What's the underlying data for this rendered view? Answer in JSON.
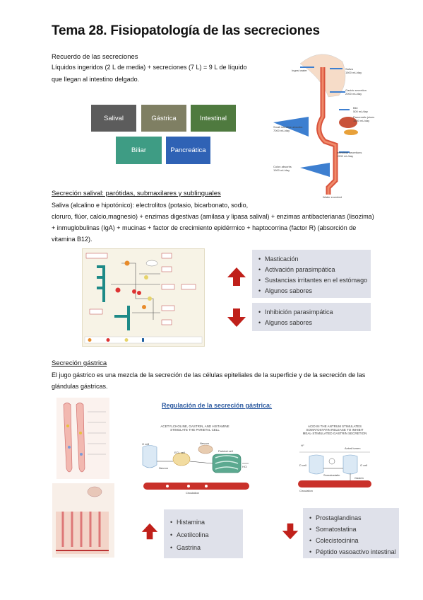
{
  "title": "Tema 28. Fisiopatología de las secreciones",
  "recuerdo": {
    "heading": "Recuerdo de las secreciones",
    "line1": "Líquidos ingeridos (2 L de media) + secreciones (7 L) = 9 L de líquido",
    "line2": "que llegan al intestino delgado."
  },
  "boxes": {
    "salival": "Salival",
    "gastrica": "Gástrica",
    "intestinal": "Intestinal",
    "biliar": "Biliar",
    "pancreatica": "Pancreática",
    "colors": {
      "salival": "#5c5c5c",
      "gastrica": "#7f7f63",
      "intestinal": "#4f7a3f",
      "biliar": "#3e9c84",
      "pancreatica": "#2f62b5"
    }
  },
  "gi_figure": {
    "ingest": "Ingest water",
    "saliva": "Saliva\n1500 mL/day",
    "gastric": "Gastric secretion\n2000 mL/day",
    "bile": "Bile\n500 mL/day",
    "pancreatic": "Pancreatic juices\n1500 mL/day",
    "intestinal": "Intestinal secretions\n1500 mL/day",
    "small_abs": "Small intestine absorbs\n7000 mL/day",
    "colon_abs": "Colon absorbs\n1900 mL/day",
    "excreted": "Water excreted"
  },
  "salival": {
    "heading": "Secreción salival: parótidas, submaxilares y sublinguales",
    "lines": [
      "Saliva (alcalino e hipotónico): electrolitos (potasio, bicarbonato, sodio,",
      "cloruro, flúor, calcio,magnesio) + enzimas digestivas (amilasa y lipasa salival) + enzimas antibacterianas (lisozima)",
      "+ inmuglobulinas (IgA) + mucinas + factor de crecimiento epidérmico + haptocorrina (factor R) (absorción de",
      "vitamina B12)."
    ],
    "up_items": [
      "Masticación",
      "Activación parasimpática",
      "Sustancias irritantes en el estómago",
      "Algunos sabores"
    ],
    "down_items": [
      "Inhibición parasimpática",
      "Algunos sabores"
    ]
  },
  "gastrica": {
    "heading": "Secreción gástrica",
    "lines": [
      "El jugo gástrico es una mezcla de la secreción de las células epiteliales de la superficie y de la secreción de las",
      "glándulas gástricas."
    ],
    "regulation_title": "Regulación de la secreción gástrica:",
    "panel1_caption": "ACETYLCHOLINE, GASTRIN, AND HISTAMINE\nSTIMULATE THE PARIETAL CELL",
    "panel2_caption": "ACID IN THE ANTRUM STIMULATES\nSOMATOSTATIN RELEASE TO INHIBIT\nMEAL-STIMULATED GASTRIN SECRETION",
    "p1_labels": {
      "gcell": "G cell",
      "ecl": "ECL cell",
      "neuron": "Neuron",
      "neuron2": "Neuron",
      "parietal": "Parietal cell",
      "hcl": "HCl",
      "circ": "Circulation"
    },
    "p2_labels": {
      "antral": "Antral lumen",
      "dcell": "D cell",
      "gcell": "G cell",
      "soma": "Somatostatin",
      "gastrin": "Gastrin",
      "circ": "Circulation",
      "h": "H⁺"
    },
    "up_items": [
      "Histamina",
      "Acetilcolina",
      "Gastrina"
    ],
    "down_items": [
      "Prostaglandinas",
      "Somatostatina",
      "Colecistocinina",
      "Péptido vasoactivo intestinal"
    ]
  },
  "colors": {
    "arrow": "#c0201a",
    "listbox_bg": "#dfe1ea",
    "reg_title": "#2c5aa0"
  }
}
